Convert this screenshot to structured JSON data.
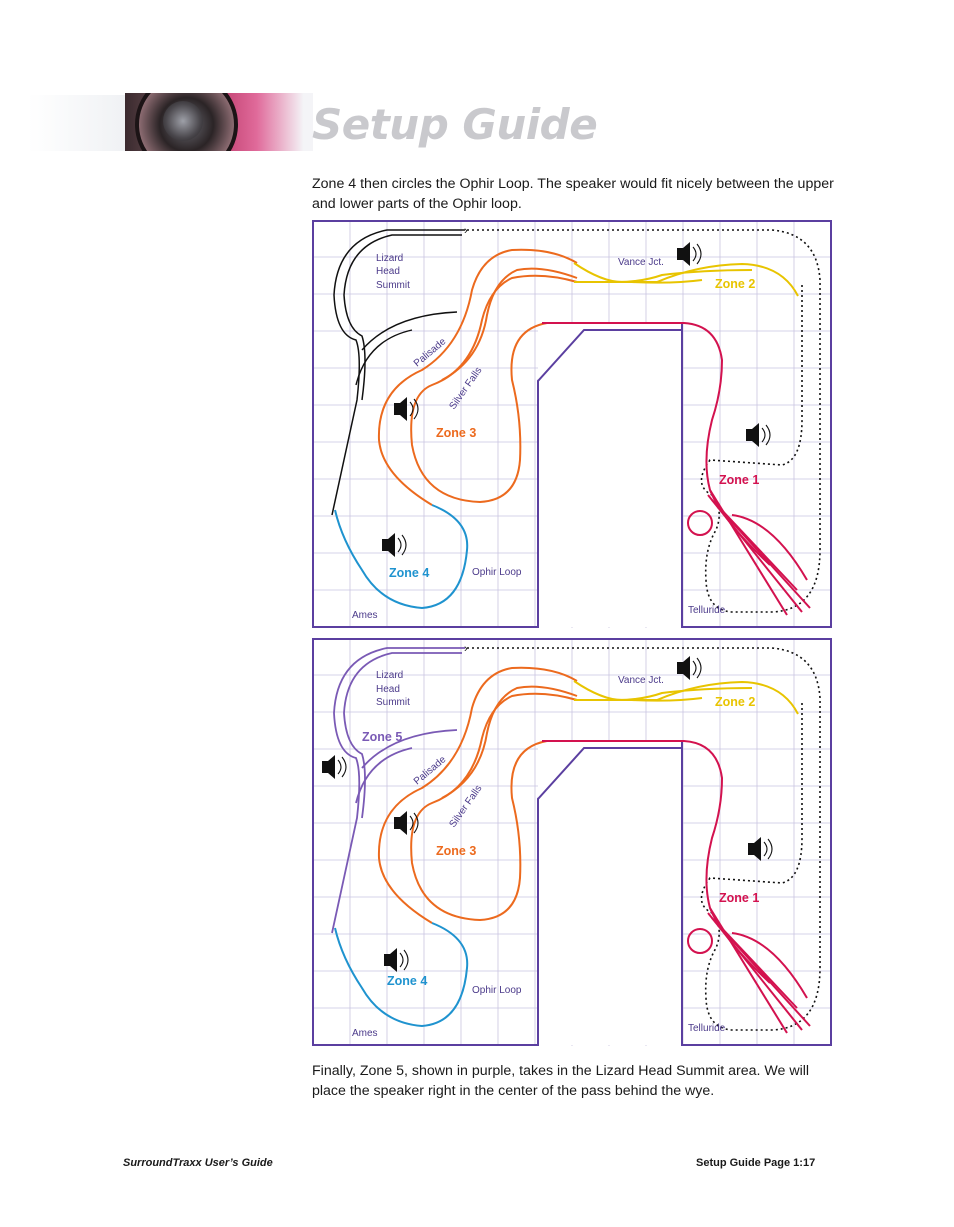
{
  "header": {
    "title": "Setup Guide"
  },
  "intro_text": "Zone 4 then circles the Ophir Loop. The speaker would fit nicely between the upper and lower parts of the Ophir loop.",
  "closing_text": "Finally, Zone 5, shown in purple, takes in the Lizard Head Summit area. We will place the speaker right in the center of the pass behind the wye.",
  "diagram_top": {
    "labels": {
      "lizard": [
        "Lizard",
        "Head",
        "Summit"
      ],
      "vance": "Vance Jct.",
      "palisade": "Palisade",
      "silver_falls": "Silver Falls",
      "ophir": "Ophir Loop",
      "ames": "Ames",
      "telluride": "Telluride"
    },
    "zones": {
      "zone1": "Zone 1",
      "zone2": "Zone 2",
      "zone3": "Zone 3",
      "zone4": "Zone 4"
    }
  },
  "diagram_bottom": {
    "labels": {
      "lizard": [
        "Lizard",
        "Head",
        "Summit"
      ],
      "vance": "Vance Jct.",
      "palisade": "Palisade",
      "silver_falls": "Silver Falls",
      "ophir": "Ophir Loop",
      "ames": "Ames",
      "telluride": "Telluride"
    },
    "zones": {
      "zone1": "Zone 1",
      "zone2": "Zone 2",
      "zone3": "Zone 3",
      "zone4": "Zone 4",
      "zone5": "Zone 5"
    }
  },
  "colors": {
    "frame": "#5b3fa0",
    "grid": "#c9c4e0",
    "zone1": "#d3124f",
    "zone2": "#e8c400",
    "zone3": "#ec6a1e",
    "zone4": "#1f93cf",
    "zone5": "#7a5ab5",
    "dotted": "#111111"
  },
  "footer": {
    "left": "SurroundTraxx User’s Guide",
    "right": "Setup Guide Page 1:17"
  }
}
